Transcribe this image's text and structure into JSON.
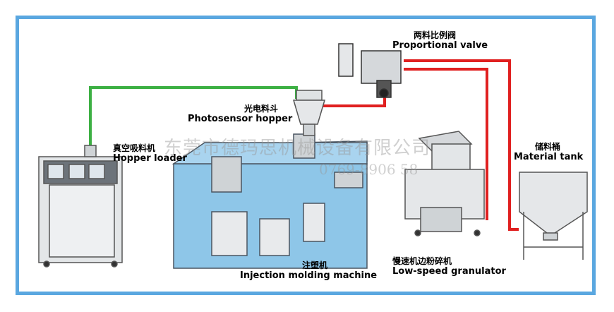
{
  "labels": {
    "valve": {
      "zh": "两料比例阀",
      "en": "Proportional valve"
    },
    "photosensor": {
      "zh": "光电料斗",
      "en": "Photosensor hopper"
    },
    "loader": {
      "zh": "真空吸料机",
      "en": "Hopper loader"
    },
    "tank": {
      "zh": "储料桶",
      "en": "Material tank"
    },
    "molding": {
      "zh": "注塑机",
      "en": "Injection molding machine"
    },
    "granulator": {
      "zh": "慢速机边粉碎机",
      "en": "Low-speed granulator"
    }
  },
  "watermark": {
    "company": "东莞市德玛思机械设备有限公司",
    "phone": "0769-8906 58"
  },
  "colors": {
    "frame": "#5aa7e0",
    "green_pipe": "#3cb043",
    "red_pipe": "#e02020",
    "machine_blue": "#8ec6e8",
    "machine_gray": "#cfd3d6"
  }
}
